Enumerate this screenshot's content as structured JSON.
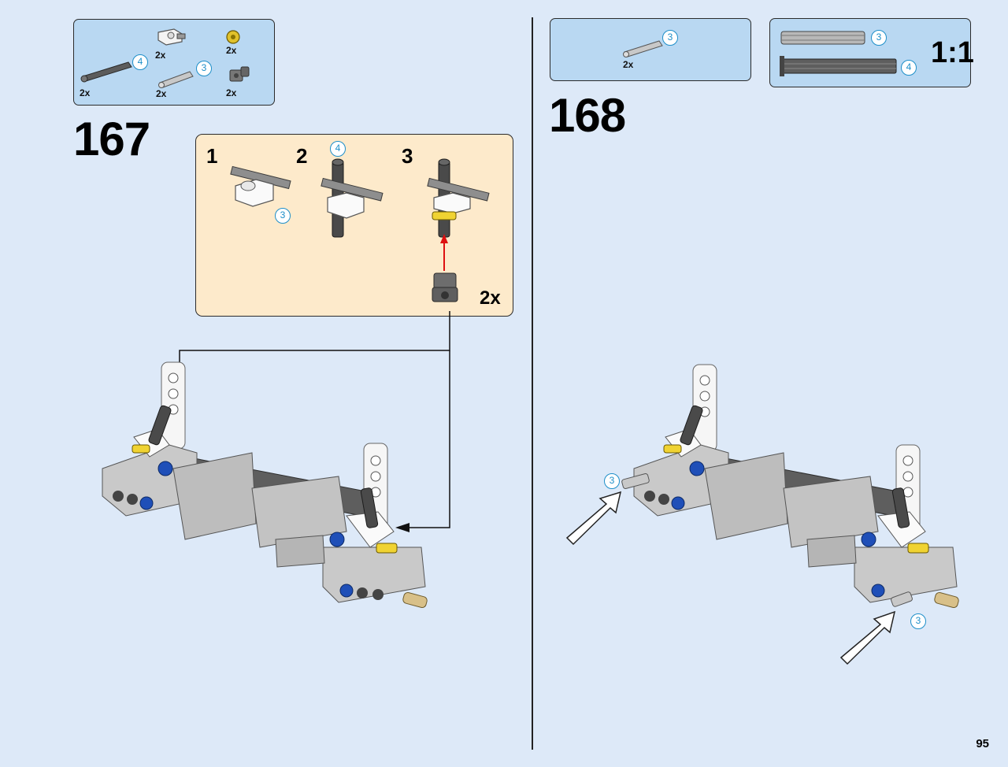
{
  "step167": {
    "number": "167",
    "parts": [
      {
        "name": "connector-white",
        "qty": "2x"
      },
      {
        "name": "bush-yellow",
        "qty": "2x"
      },
      {
        "name": "axle-dark-grey",
        "qty": "2x",
        "length": "4"
      },
      {
        "name": "axle-light-grey",
        "qty": "2x",
        "length": "3"
      },
      {
        "name": "joint-dark-grey",
        "qty": "2x"
      }
    ],
    "substeps": [
      {
        "number": "1",
        "callout": "3"
      },
      {
        "number": "2",
        "callout": "4"
      },
      {
        "number": "3"
      }
    ],
    "multiplier": "2x"
  },
  "step168": {
    "number": "168",
    "parts": [
      {
        "name": "axle-light-grey",
        "qty": "2x",
        "length": "3"
      }
    ],
    "callouts": [
      "3",
      "3"
    ]
  },
  "scale": {
    "label": "1:1",
    "axles": [
      "3",
      "4"
    ]
  },
  "page": {
    "number": "95"
  },
  "colors": {
    "background": "#dde9f8",
    "parts_box": "#b9d8f2",
    "sub_box": "#fdeacb",
    "callout": "#1e8fc9"
  }
}
